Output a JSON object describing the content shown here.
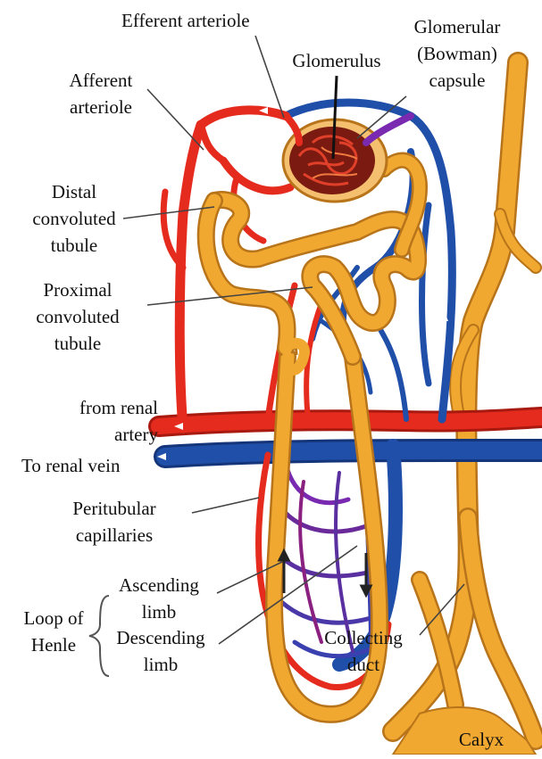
{
  "colors": {
    "artery": "#e52a1e",
    "vein": "#1f4fa8",
    "tubule": "#f0a830",
    "tubule_edge": "#b8741a",
    "capillary_mix": "#6a2a9a",
    "leader": "#333333",
    "glomerulus": "#7a1a10",
    "capsule": "#f4c070"
  },
  "labels": {
    "efferent_arteriole": "Efferent arteriole",
    "glomerular_capsule_1": "Glomerular",
    "glomerular_capsule_2": "(Bowman)",
    "glomerular_capsule_3": "capsule",
    "glomerulus": "Glomerulus",
    "afferent_arteriole_1": "Afferent",
    "afferent_arteriole_2": "arteriole",
    "distal_1": "Distal",
    "distal_2": "convoluted",
    "distal_3": "tubule",
    "proximal_1": "Proximal",
    "proximal_2": "convoluted",
    "proximal_3": "tubule",
    "from_renal_artery_1": "from renal",
    "from_renal_artery_2": "artery",
    "to_renal_vein": "To renal vein",
    "peritubular_1": "Peritubular",
    "peritubular_2": "capillaries",
    "ascending_1": "Ascending",
    "ascending_2": "limb",
    "descending_1": "Descending",
    "descending_2": "limb",
    "loop_1": "Loop of",
    "loop_2": "Henle",
    "collecting_1": "Collecting",
    "collecting_2": "duct",
    "calyx": "Calyx"
  }
}
